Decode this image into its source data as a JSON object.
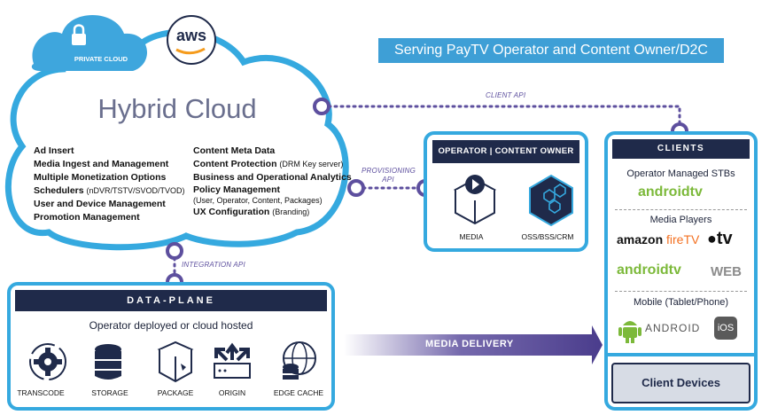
{
  "headline": "Serving PayTV Operator and Content Owner/D2C",
  "cloud": {
    "private_label": "PRIVATE CLOUD",
    "aws_label": "aws",
    "title": "Hybrid Cloud",
    "features_left": [
      {
        "text": "Ad Insert",
        "note": ""
      },
      {
        "text": "Media Ingest and Management",
        "note": ""
      },
      {
        "text": "Multiple Monetization Options",
        "note": ""
      },
      {
        "text": "Schedulers",
        "note": "(nDVR/TSTV/SVOD/TVOD)"
      },
      {
        "text": "User and Device Management",
        "note": ""
      },
      {
        "text": "Promotion Management",
        "note": ""
      }
    ],
    "features_right": [
      {
        "text": "Content Meta Data",
        "note": ""
      },
      {
        "text": "Content Protection",
        "note": "(DRM Key server)"
      },
      {
        "text": "Business and Operational Analytics",
        "note": ""
      },
      {
        "text": "Policy Management",
        "note": ""
      },
      {
        "text": "",
        "note": "(User, Operator, Content, Packages)"
      },
      {
        "text": "UX Configuration",
        "note": "(Branding)"
      }
    ]
  },
  "apis": {
    "client": "CLIENT API",
    "provisioning_1": "PROVISIONING",
    "provisioning_2": "API",
    "integration": "INTEGRATION API"
  },
  "operator": {
    "title": "OPERATOR | CONTENT OWNER",
    "items": [
      "MEDIA",
      "OSS/BSS/CRM"
    ]
  },
  "clients": {
    "title": "CLIENTS",
    "sections": [
      "Operator Managed STBs",
      "Media Players",
      "Mobile (Tablet/Phone)"
    ],
    "brands": {
      "androidtv": "androidtv",
      "amazon": "amazon",
      "firetv": "fireTV",
      "appletv": "tv",
      "web": "WEB",
      "android": "ANDROID",
      "ios": "iOS"
    },
    "footer": "Client Devices"
  },
  "dataplane": {
    "title": "DATA-PLANE",
    "subtitle": "Operator deployed or cloud hosted",
    "items": [
      "TRANSCODE",
      "STORAGE",
      "PACKAGE",
      "ORIGIN",
      "EDGE CACHE"
    ]
  },
  "media_delivery": "MEDIA DELIVERY",
  "colors": {
    "cyan": "#35a9df",
    "navy": "#1f2a4a",
    "purple": "#5d4f9e",
    "android_green": "#7cb93a"
  }
}
